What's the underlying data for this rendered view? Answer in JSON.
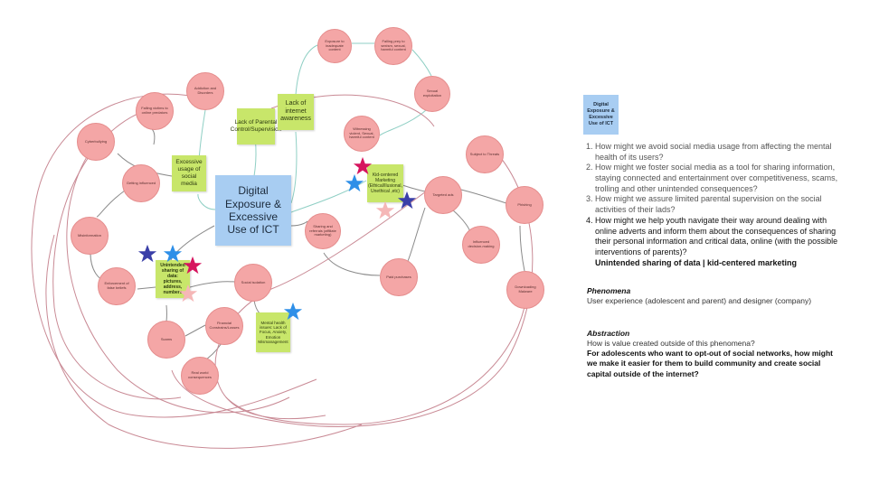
{
  "board": {
    "center_title": "Digital Exposure & Excessive Use of ICT",
    "legend_note": "Digital Exposure & Excessive Use of ICT",
    "circles": [
      {
        "id": "inadequate",
        "label": "Exposure to inadequate content"
      },
      {
        "id": "prey",
        "label": "Falling prey to sexism, sexual, harmful content"
      },
      {
        "id": "sexual",
        "label": "Sexual exploitation"
      },
      {
        "id": "witnessing",
        "label": "Witnessing violent, Sexual, harmful content"
      },
      {
        "id": "threats",
        "label": "Subject to Threats"
      },
      {
        "id": "addiction",
        "label": "Addiction and Disorders"
      },
      {
        "id": "predators",
        "label": "Falling victims to online predators"
      },
      {
        "id": "cyberbullying",
        "label": "Cyberbullying"
      },
      {
        "id": "influenced",
        "label": "Getting influenced"
      },
      {
        "id": "misinformation",
        "label": "Misinformation"
      },
      {
        "id": "false_beliefs",
        "label": "Enforcement of false beliefs"
      },
      {
        "id": "scams",
        "label": "Scams"
      },
      {
        "id": "financial",
        "label": "Financial Constrains/Losses"
      },
      {
        "id": "realworld",
        "label": "Real world consequences"
      },
      {
        "id": "isolation",
        "label": "Social isolation"
      },
      {
        "id": "affiliate",
        "label": "Sharing and referrals (affiliate marketing)"
      },
      {
        "id": "paid",
        "label": "Paid purchases"
      },
      {
        "id": "targeted",
        "label": "Targeted ads"
      },
      {
        "id": "phishing",
        "label": "Phishing"
      },
      {
        "id": "decision",
        "label": "Influenced decision-making"
      },
      {
        "id": "malware",
        "label": "Downloading Malware"
      }
    ],
    "stickies": [
      {
        "id": "parental",
        "label": "Lack of Parental Control/Supervision"
      },
      {
        "id": "internet",
        "label": "Lack of internet awareness"
      },
      {
        "id": "excessive",
        "label": "Excessive usage of social media"
      },
      {
        "id": "kidmarketing",
        "label": "Kid-centered Marketing (Ethical/Ilusional, Unethical ,etc)"
      },
      {
        "id": "unintended",
        "label": "Unintended sharing of data: pictures, address, numbers"
      },
      {
        "id": "mental",
        "label": "Mental health issues: Lack of Focus, Anxiety, Emotion Mismanagement"
      }
    ]
  },
  "colors": {
    "circle_fill": "#f4a6a6",
    "sticky_fill": "#c8e66a",
    "note_blue": "#a8cdf2",
    "star_blue": "#2e8fe8",
    "star_navy": "#3a3fa8",
    "star_magenta": "#d6145e",
    "star_pink": "#f5b7b7"
  },
  "panel": {
    "questions": [
      "How might we avoid social media usage from affecting the mental health of its users?",
      "How might we foster social media as a tool for sharing information, staying connected and entertainment over competitiveness, scams, trolling and other unintended consequences?",
      "How might we assure limited parental supervision on the social activities of their lads?",
      "How might we help youth navigate their way around dealing with online adverts and inform them about the consequences of sharing their personal information and critical data, online (with the possible interventions of parents)?"
    ],
    "q4_subtitle": "Unintended sharing of data | kid-centered marketing",
    "phenomena_title": "Phenomena",
    "phenomena_text": "User experience (adolescent and parent) and designer (company)",
    "abstraction_title": "Abstraction",
    "abstraction_question": "How is value created outside of this phenomena?",
    "abstraction_bold": "For adolescents who want to opt-out of social networks, how might we make it easier for them to build community and create social capital outside of the internet?"
  }
}
